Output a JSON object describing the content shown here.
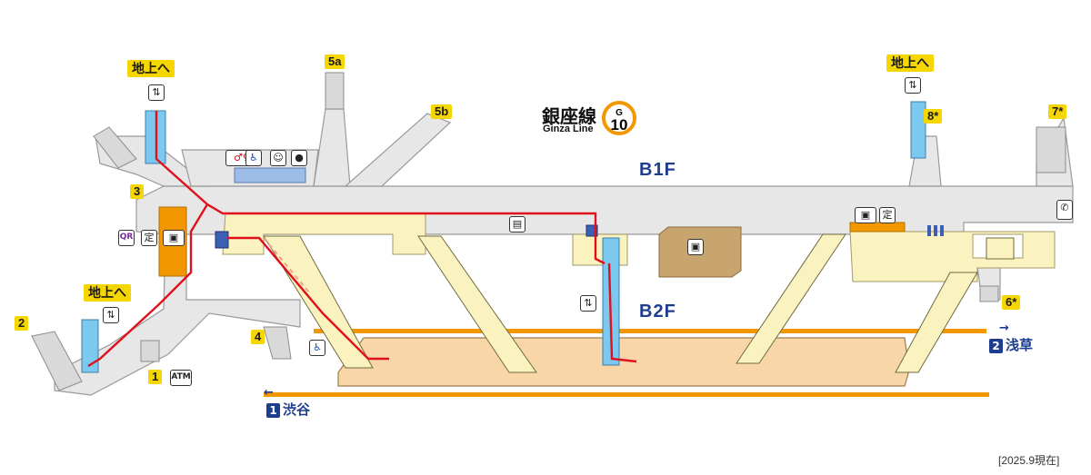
{
  "line": {
    "name": "銀座線",
    "name_en": "Ginza Line",
    "letter": "G",
    "number": "10",
    "color": "#f39700"
  },
  "floors": {
    "upper": "B1F",
    "lower": "B2F"
  },
  "exits": [
    "1",
    "2",
    "3",
    "4",
    "5a",
    "5b",
    "6*",
    "7*",
    "8*"
  ],
  "elevator_label": "地上へ",
  "directions": {
    "left": {
      "num": "1",
      "text": "渋谷",
      "arrow": "←"
    },
    "right": {
      "num": "2",
      "text": "浅草",
      "arrow": "→"
    }
  },
  "facilities": {
    "toilet": "toilet-icon",
    "accessible_toilet": "wheelchair-icon",
    "baby": "baby-room-icon",
    "multipurpose": "multipurpose-room-icon",
    "qr": "QR",
    "atm": "ATM",
    "ticket": "定",
    "phone": "phone-icon",
    "coin_locker": "locker-icon"
  },
  "footer": {
    "date_note": "[2025.9現在]"
  },
  "colors": {
    "concourse": "#e6e6e6",
    "platform": "#f8d6a8",
    "b1_area": "#fbf3bf",
    "route": "#e0111d",
    "track": "#f39700",
    "elevator": "#7dc8ee",
    "ticket_gate": "#f39700",
    "label_bg": "#f6d600",
    "floor_text": "#1d3d8f"
  }
}
